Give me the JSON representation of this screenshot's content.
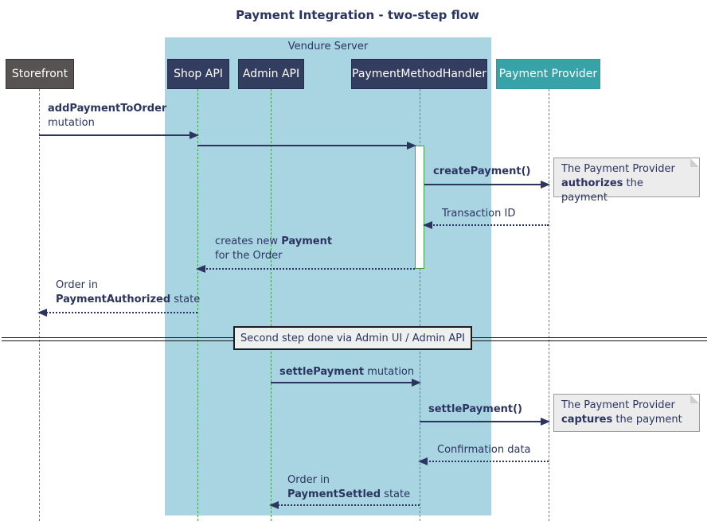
{
  "title": "Payment Integration - two-step flow",
  "container": {
    "label": "Vendure Server"
  },
  "participants": [
    {
      "label": "Storefront"
    },
    {
      "label": "Shop API"
    },
    {
      "label": "Admin API"
    },
    {
      "label": "PaymentMethodHandler"
    },
    {
      "label": "Payment Provider"
    }
  ],
  "messages": {
    "add_payment": {
      "line1_bold": "addPaymentToOrder",
      "line2": "mutation"
    },
    "create_payment": {
      "line1_bold": "createPayment()"
    },
    "transaction_id": {
      "line1": "Transaction ID"
    },
    "creates_payment": {
      "line1_pre": "creates new ",
      "line1_bold": "Payment",
      "line2": "for the Order"
    },
    "order_authorized": {
      "line1": "Order in",
      "line2_bold": "PaymentAuthorized",
      "line2_post": " state"
    },
    "settle_mutation": {
      "line1_bold": "settlePayment",
      "line1_post": " mutation"
    },
    "settle_call": {
      "line1_bold": "settlePayment()"
    },
    "confirmation": {
      "line1": "Confirmation data"
    },
    "order_settled": {
      "line1": "Order in",
      "line2_bold": "PaymentSettled",
      "line2_post": " state"
    }
  },
  "notes": {
    "authorize": {
      "line1": "The Payment Provider",
      "line2_bold": "authorizes",
      "line2_post": " the payment"
    },
    "capture": {
      "line1": "The Payment Provider",
      "line2_bold": "captures",
      "line2_post": " the payment"
    }
  },
  "divider": {
    "label": "Second step done via Admin UI / Admin API"
  },
  "colors": {
    "navy_text": "#2b3560",
    "participant_navy": "#333d5f",
    "participant_gray": "#575352",
    "participant_teal": "#37a3a8",
    "container_blue": "#a9d5e3",
    "lifeline_green": "#3da04b",
    "note_bg": "#ececec",
    "divider_bg": "#eef0ef"
  }
}
